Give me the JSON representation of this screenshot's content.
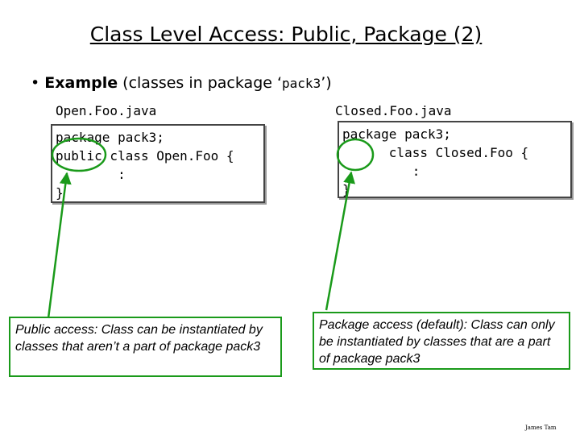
{
  "slide": {
    "title": "Class Level Access: Public, Package (2)",
    "bullet": {
      "marker": "•",
      "bold": "Example",
      "text_before": " (classes in package ‘",
      "code": "pack3",
      "text_after": "’)"
    },
    "left": {
      "filename": "Open.Foo.java",
      "code": "package pack3;\npublic class Open.Foo {\n        :\n}",
      "note": "Public access: Class can be instantiated by classes that aren’t a part of package pack3"
    },
    "right": {
      "filename": "Closed.Foo.java",
      "code": "package pack3;\n      class Closed.Foo {\n         :\n}",
      "note": "Package access (default): Class can only be instantiated by classes that are a part of package pack3"
    },
    "footer": "James Tam",
    "colors": {
      "highlight": "#1a9a1a",
      "border": "#444444"
    }
  }
}
